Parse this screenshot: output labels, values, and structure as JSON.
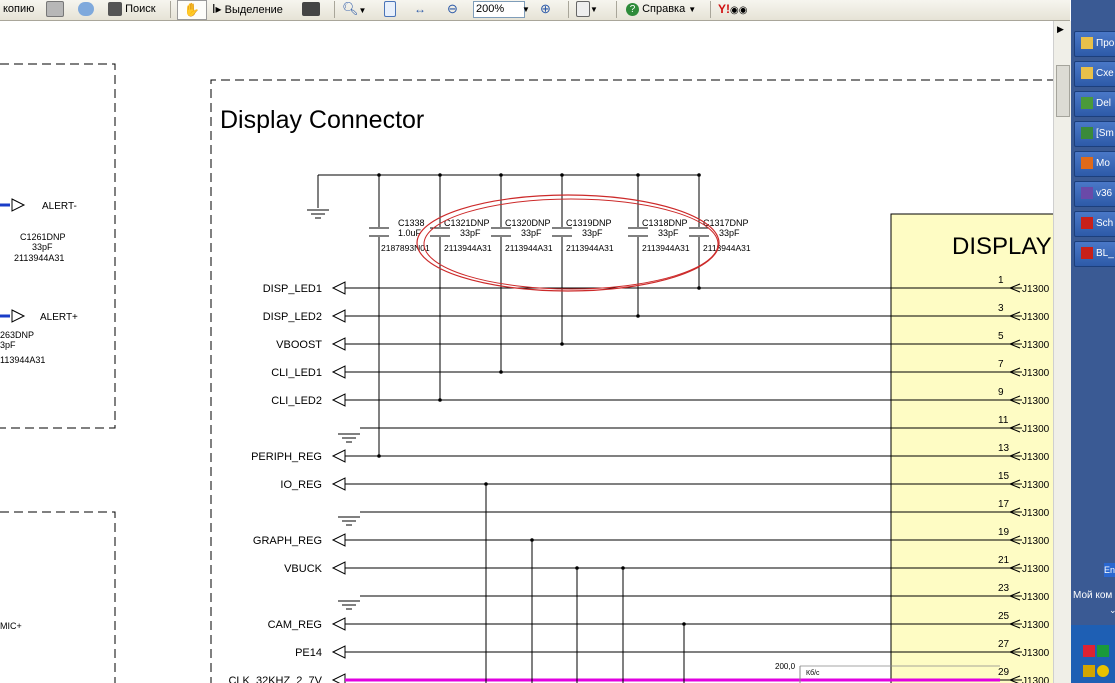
{
  "toolbar": {
    "copy_label": "копию",
    "search_label": "Поиск",
    "select_label": "Выделение",
    "zoom_value": "200%",
    "help_label": "Справка"
  },
  "schematic": {
    "title": "Display Connector",
    "display_label": "DISPLAY",
    "left_labels": {
      "alert_minus": "ALERT-",
      "alert_plus": "ALERT+",
      "c1261_ref": "C1261DNP",
      "c1261_val": "33pF",
      "c1261_part": "2113944A31",
      "c1263_ref": "263DNP",
      "c1263_val": "3pF",
      "c1263_part": "113944A31",
      "mic": "MIC+"
    },
    "capacitors": [
      {
        "ref": "C1338",
        "value": "1.0uF",
        "part": "2187893N01"
      },
      {
        "ref": "C1321DNP",
        "value": "33pF",
        "part": "2113944A31"
      },
      {
        "ref": "C1320DNP",
        "value": "33pF",
        "part": "2113944A31"
      },
      {
        "ref": "C1319DNP",
        "value": "33pF",
        "part": "2113944A31"
      },
      {
        "ref": "C1318DNP",
        "value": "33pF",
        "part": "2113944A31"
      },
      {
        "ref": "C1317DNP",
        "value": "33pF",
        "part": "2113944A31"
      }
    ],
    "signals": [
      {
        "name": "DISP_LED1",
        "pin": "1",
        "ref": "J1300"
      },
      {
        "name": "DISP_LED2",
        "pin": "3",
        "ref": "J1300"
      },
      {
        "name": "VBOOST",
        "pin": "5",
        "ref": "J1300"
      },
      {
        "name": "CLI_LED1",
        "pin": "7",
        "ref": "J1300"
      },
      {
        "name": "CLI_LED2",
        "pin": "9",
        "ref": "J1300"
      },
      {
        "name": "",
        "pin": "11",
        "ref": "J1300"
      },
      {
        "name": "PERIPH_REG",
        "pin": "13",
        "ref": "J1300"
      },
      {
        "name": "IO_REG",
        "pin": "15",
        "ref": "J1300"
      },
      {
        "name": "",
        "pin": "17",
        "ref": "J1300"
      },
      {
        "name": "GRAPH_REG",
        "pin": "19",
        "ref": "J1300"
      },
      {
        "name": "VBUCK",
        "pin": "21",
        "ref": "J1300"
      },
      {
        "name": "",
        "pin": "23",
        "ref": "J1300"
      },
      {
        "name": "CAM_REG",
        "pin": "25",
        "ref": "J1300"
      },
      {
        "name": "PE14",
        "pin": "27",
        "ref": "J1300"
      },
      {
        "name": "CLK_32KHZ_2_7V",
        "pin": "29",
        "ref": "J1300"
      }
    ],
    "netspeed": {
      "max": "200,0",
      "unit": "Кб/с"
    }
  },
  "taskbar": {
    "items": [
      "Про",
      "Схе",
      "Del",
      "[Sm",
      "Mo",
      "v36",
      "Sch",
      "BL_"
    ],
    "lang": "En",
    "my_computer": "Мой ком"
  },
  "colors": {
    "annotation": "#cc2a2a",
    "highlight_net": "#e000e0",
    "display_fill": "#fefcc4",
    "taskbar": "#3a5a94"
  }
}
